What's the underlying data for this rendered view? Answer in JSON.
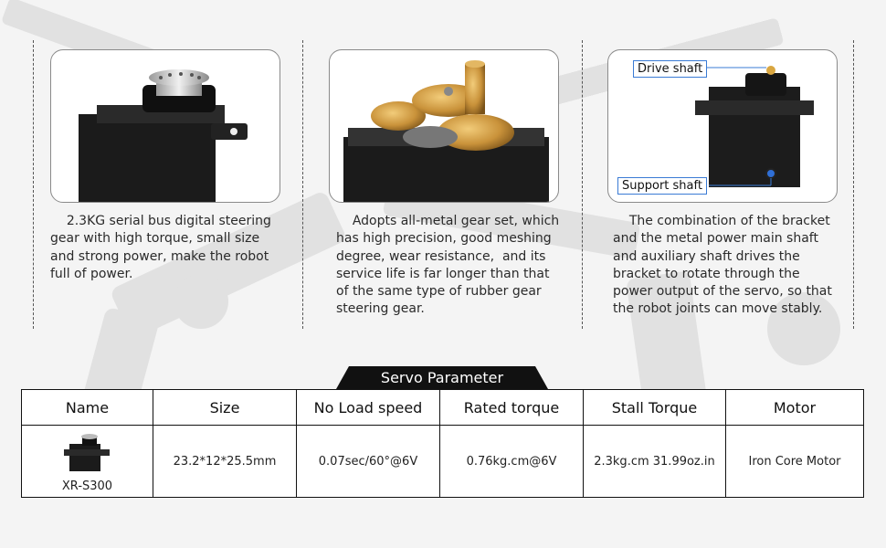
{
  "features": [
    {
      "name": "compact-servo",
      "description": "    2.3KG serial bus digital steering gear with high torque, small size and strong power, make the robot full of power."
    },
    {
      "name": "metal-gear",
      "description": "    Adopts all-metal gear set, which has high precision, good meshing degree, wear resistance,  and its service life is far longer than that of the same type of rubber gear steering gear."
    },
    {
      "name": "dual-shaft",
      "description": "    The combination of the bracket and the metal power main shaft and auxiliary shaft drives the bracket to rotate through the power output of the servo, so that the robot joints can move stably.",
      "callouts": {
        "drive": "Drive shaft",
        "support": "Support shaft"
      }
    }
  ],
  "parameters": {
    "title": "Servo Parameter",
    "headers": [
      "Name",
      "Size",
      "No Load speed",
      "Rated torque",
      "Stall Torque",
      "Motor"
    ],
    "row": {
      "name": "XR-S300",
      "size": "23.2*12*25.5mm",
      "no_load_speed": "0.07sec/60°@6V",
      "rated_torque": "0.76kg.cm@6V",
      "stall_torque": "2.3kg.cm 31.99oz.in",
      "motor": "Iron Core Motor"
    }
  },
  "colors": {
    "accent_line": "#3a7bd5",
    "banner": "#111111",
    "gear_brass": "#c9923a"
  }
}
